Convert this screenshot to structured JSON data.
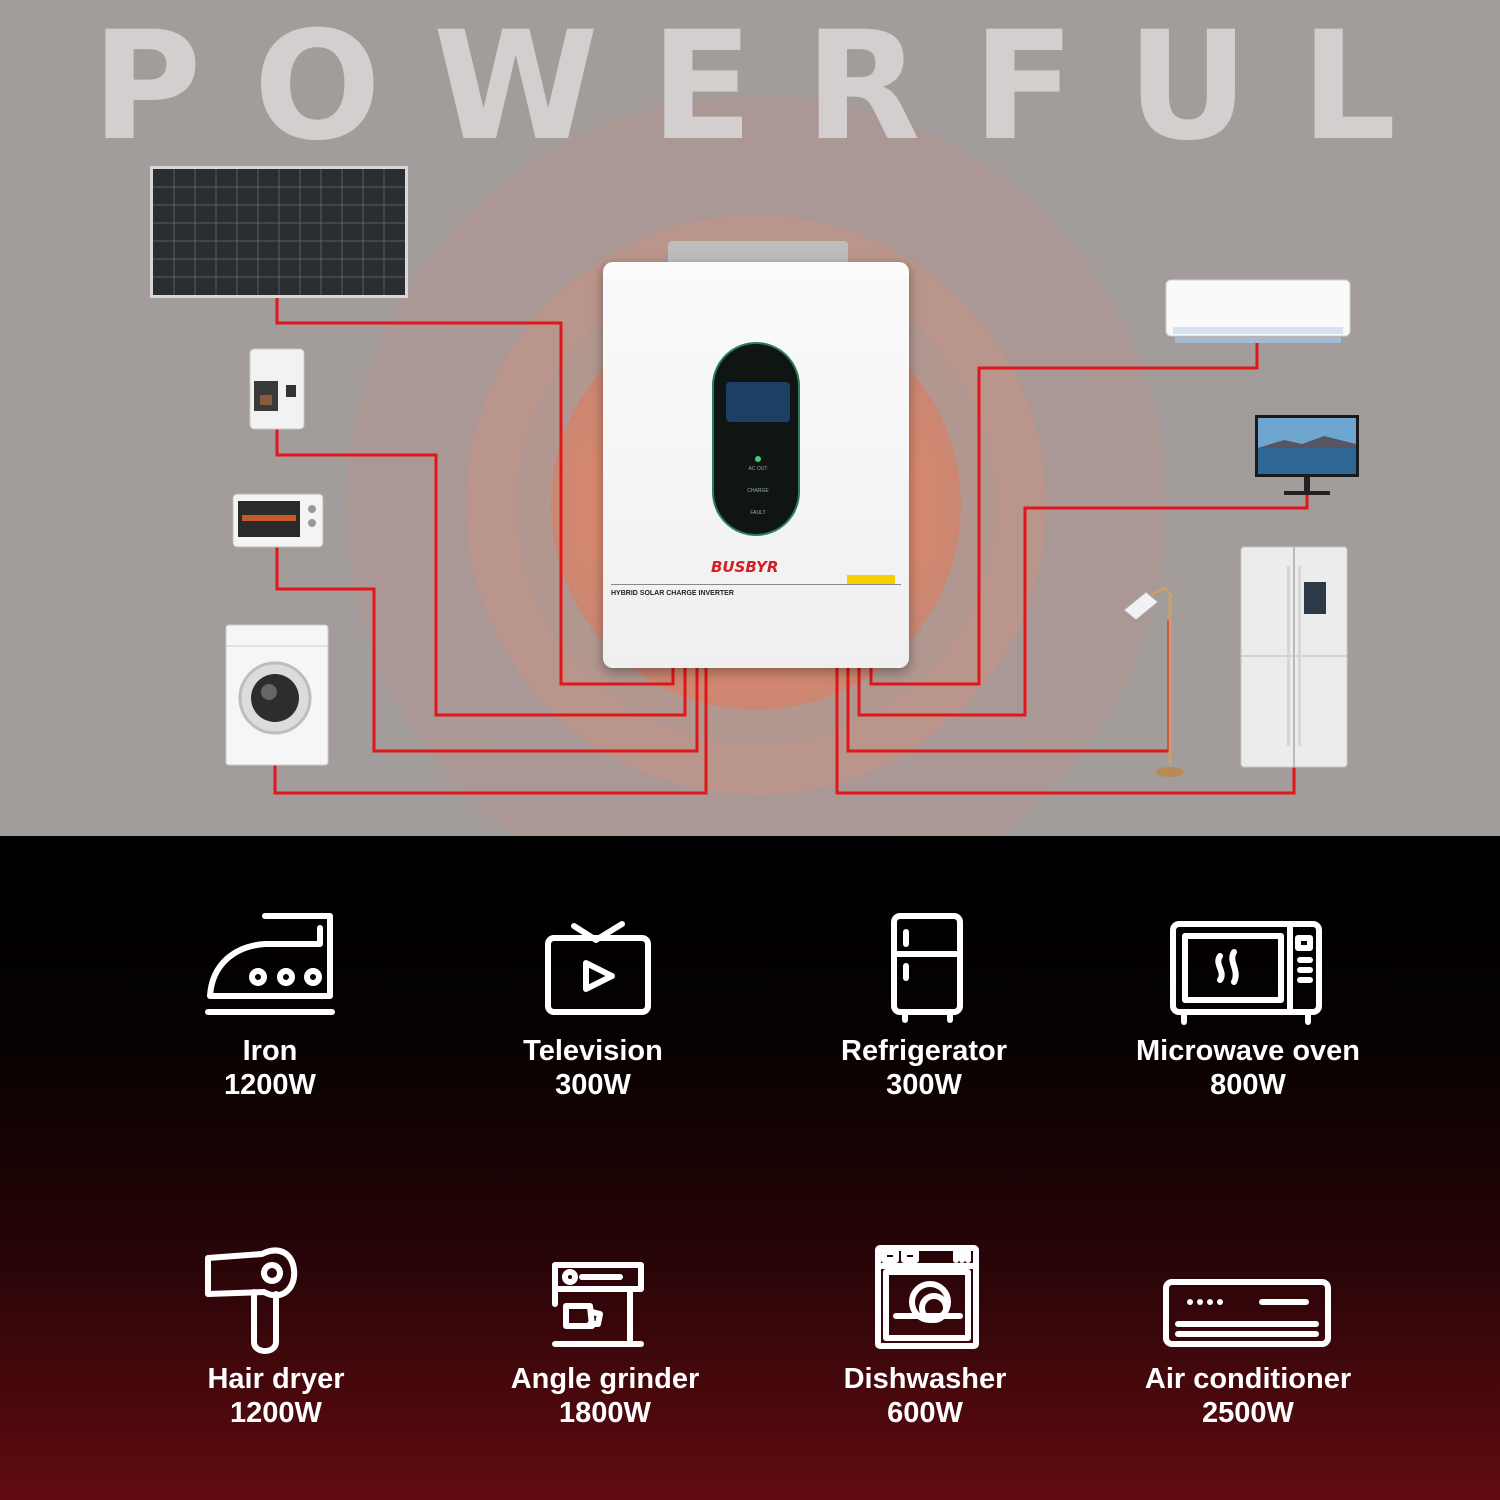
{
  "headline": "POWERFUL",
  "inverter": {
    "brand": "BUSBYR",
    "model": "HYBRID SOLAR CHARGE INVERTER",
    "indicators": [
      "AC OUT",
      "CHARGE",
      "FAULT"
    ]
  },
  "connected_devices": [
    "solar-panel",
    "coffee-machine",
    "toaster-oven",
    "washing-machine",
    "air-conditioner",
    "monitor",
    "floor-lamp",
    "refrigerator"
  ],
  "appliances": [
    {
      "name": "Iron",
      "power": "1200W",
      "icon": "iron-icon"
    },
    {
      "name": "Television",
      "power": "300W",
      "icon": "television-icon"
    },
    {
      "name": "Refrigerator",
      "power": "300W",
      "icon": "refrigerator-icon"
    },
    {
      "name": "Microwave oven",
      "power": "800W",
      "icon": "microwave-icon"
    },
    {
      "name": "Hair dryer",
      "power": "1200W",
      "icon": "hair-dryer-icon"
    },
    {
      "name": "Angle grinder",
      "power": "1800W",
      "icon": "coffee-machine-icon"
    },
    {
      "name": "Dishwasher",
      "power": "600W",
      "icon": "dishwasher-icon"
    },
    {
      "name": "Air conditioner",
      "power": "2500W",
      "icon": "air-conditioner-icon"
    }
  ],
  "colors": {
    "wire": "#e0161b",
    "top_bg": "#a29c9b",
    "glow": "#f08a60",
    "bottom_bg": "#000000",
    "bottom_accent": "#610b10"
  }
}
